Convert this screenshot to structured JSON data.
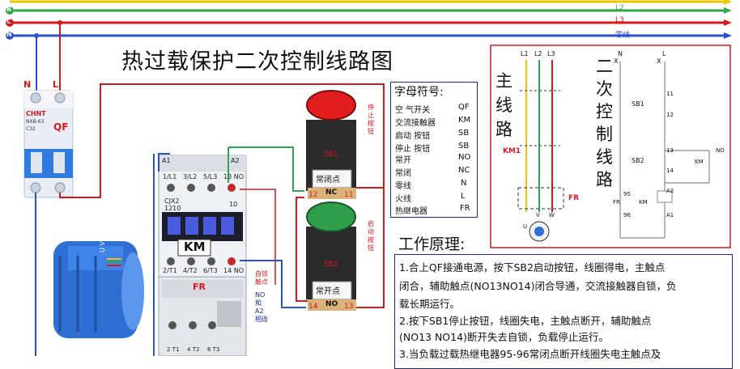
{
  "title": "热过载保护二次控制线路图",
  "lines": {
    "L2": "L2",
    "L3": "L3",
    "N": "零线",
    "left_labels": [
      "B",
      "C",
      "N"
    ]
  },
  "breaker": {
    "brand": "CHNT",
    "model": "NXB-63",
    "rating": "C32",
    "qf": "QF",
    "n": "N",
    "l": "L"
  },
  "contactor": {
    "terminals_top": [
      "1/L1",
      "3/L2",
      "5/L3",
      "13 NO"
    ],
    "a1": "A1",
    "a2": "A2",
    "model": "CJX2",
    "model2": "1210",
    "ten": "10",
    "km": "KM",
    "terminals_bottom": [
      "2/T1",
      "4/T2",
      "6/T3",
      "14 NO"
    ],
    "fr": "FR",
    "self_lock": "自锁触点",
    "self_lock_2": "NO和A2相连",
    "bottom_terms": [
      "2 T1",
      "4 T2",
      "6 T3"
    ]
  },
  "stop_button": {
    "side_label": "停止按钮",
    "label": "SB1",
    "contact": "常闭点",
    "nc": "NC",
    "t1": "12",
    "t2": "11"
  },
  "start_button": {
    "side_label": "启动按钮",
    "label": "SB2",
    "contact": "常开点",
    "no": "NO",
    "t1": "14",
    "t2": "13"
  },
  "motor": {
    "terminals": "U V W"
  },
  "legend": {
    "title": "字母符号:",
    "rows": [
      {
        "name": "空  气开关",
        "code": "QF"
      },
      {
        "name": "交流接触器",
        "code": "KM"
      },
      {
        "name": "启动  按钮",
        "code": "SB"
      },
      {
        "name": "停止  按钮",
        "code": "SB"
      },
      {
        "name": "常开",
        "code": "NO"
      },
      {
        "name": "常闭",
        "code": "NC"
      },
      {
        "name": "零线",
        "code": "N"
      },
      {
        "name": "火线",
        "code": "L"
      },
      {
        "name": "热继电器",
        "code": "FR"
      }
    ]
  },
  "work": {
    "title": "工作原理:",
    "lines": [
      "1.合上QF接通电源，按下SB2启动按钮，线圈得电，主触点",
      "闭合，辅助触点(NO13NO14)闭合导通，交流接触器自锁，负",
      "载长期运行。",
      "2.按下SB1停止按钮，线圈失电，主触点断开，辅助触点",
      "(NO13 NO14)断开失去自锁，负载停止运行。",
      "3.当负载过载热继电器95-96常闭点断开线圈失电主触点及"
    ]
  },
  "schematic": {
    "main_circuit": [
      "主",
      "线",
      "路"
    ],
    "secondary": [
      "二",
      "次",
      "控",
      "制",
      "线",
      "路"
    ],
    "phases": [
      "L1",
      "L2",
      "L3"
    ],
    "n": "N",
    "l": "L",
    "x1": "X",
    "x2": "X",
    "km1": "KM1",
    "fr": "FR",
    "motor_terms": [
      "U",
      "V",
      "W"
    ],
    "sb1": "SB1",
    "sb2": "SB2",
    "t11": "11",
    "t12": "12",
    "t13": "13",
    "t14": "14",
    "no": "NO",
    "km": "KM",
    "fr2": "FR",
    "t95": "95",
    "t96": "96",
    "km_coil": "KM",
    "a2": "A2",
    "a1": "A1"
  }
}
